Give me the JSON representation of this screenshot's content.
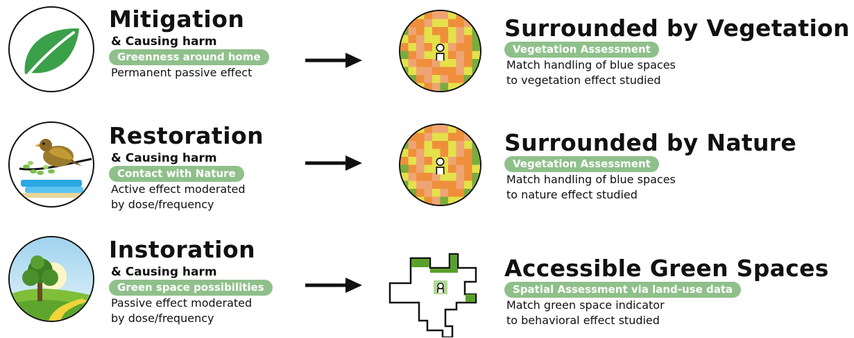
{
  "colors": {
    "pill_green": "#8fc08a",
    "map_yellow": "#e4e14a",
    "map_orange": "#ef8f3b",
    "map_salmon": "#eea474",
    "map_green": "#78ad3c",
    "text": "#111111"
  },
  "rows": [
    {
      "icon": "leaf-icon",
      "title": "Mitigation",
      "subtitle": "& Causing harm",
      "pill": "Greenness around home",
      "desc": [
        "Permanent passive effect"
      ],
      "arrow": "arrow-right-icon",
      "map": "vegetation-grid-map-icon",
      "right_title": "Surrounded by Vegetation",
      "right_pill": "Vegetation Assessment",
      "right_desc": [
        "Match handling of blue spaces",
        "to vegetation effect studied"
      ]
    },
    {
      "icon": "bird-on-branch-icon",
      "title": "Restoration",
      "subtitle": "& Causing harm",
      "pill": "Contact with Nature",
      "desc": [
        "Active effect moderated",
        "by dose/frequency"
      ],
      "arrow": "arrow-right-icon",
      "map": "vegetation-grid-map-icon",
      "right_title": "Surrounded by Nature",
      "right_pill": "Vegetation Assessment",
      "right_desc": [
        "Match handling of blue spaces",
        "to nature effect studied"
      ]
    },
    {
      "icon": "tree-landscape-icon",
      "title": "Instoration",
      "subtitle": "& Causing harm",
      "pill": "Green space possibilities",
      "desc": [
        "Passive effect moderated",
        "by dose/frequency"
      ],
      "arrow": "arrow-right-icon",
      "map": "land-use-map-icon",
      "right_title": "Accessible Green Spaces",
      "right_pill": "Spatial Assessment via land-use data",
      "right_desc": [
        "Match green space indicator",
        "to behavioral effect studied"
      ]
    }
  ]
}
